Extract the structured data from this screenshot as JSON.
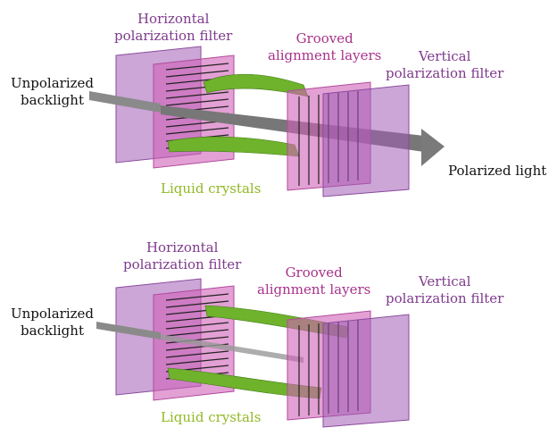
{
  "colors": {
    "filter_purple": "#a05cb4",
    "alignment_pink": "#d060b8",
    "liquid_crystal_green": "#6fb22c",
    "backlight_gray": "#808080",
    "label_purple": "#7e3a8c",
    "label_magenta": "#a8328a",
    "label_green": "#92b824"
  },
  "top_panel": {
    "unpolarized_backlight": "Unpolarized\nbacklight",
    "horizontal_filter": "Horizontal\npolarization filter",
    "grooved_layers": "Grooved\nalignment layers",
    "vertical_filter": "Vertical\npolarization filter",
    "liquid_crystals": "Liquid crystals",
    "polarized_light": "Polarized light",
    "icons": [
      "twisted-crystal-helix-icon",
      "light-ray-arrow-icon"
    ]
  },
  "bottom_panel": {
    "unpolarized_backlight": "Unpolarized\nbacklight",
    "horizontal_filter": "Horizontal\npolarization filter",
    "grooved_layers": "Grooved\nalignment layers",
    "vertical_filter": "Vertical\npolarization filter",
    "liquid_crystals": "Liquid crystals",
    "icons": [
      "aligned-crystal-rod-icon",
      "blocked-light-ray-icon"
    ]
  }
}
